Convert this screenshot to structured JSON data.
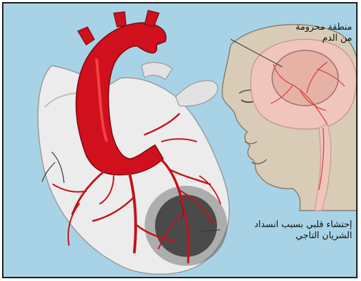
{
  "labels": {
    "brain_area": {
      "line1": "منطقة محرومة",
      "line2": "من الدم"
    },
    "heart_attack": {
      "line1": "إحتشاء قلبي بسبب انسداد",
      "line2": "الشريان التاجي"
    }
  },
  "colors": {
    "background": "#a8d3e6",
    "heart_body": "#ececec",
    "aorta_red": "#d0101c",
    "artery_red": "#c4121c",
    "head_skin": "#d9ccb6",
    "brain_pink": "#f0c6bc",
    "infarct_dark": "#3a3a3a"
  }
}
